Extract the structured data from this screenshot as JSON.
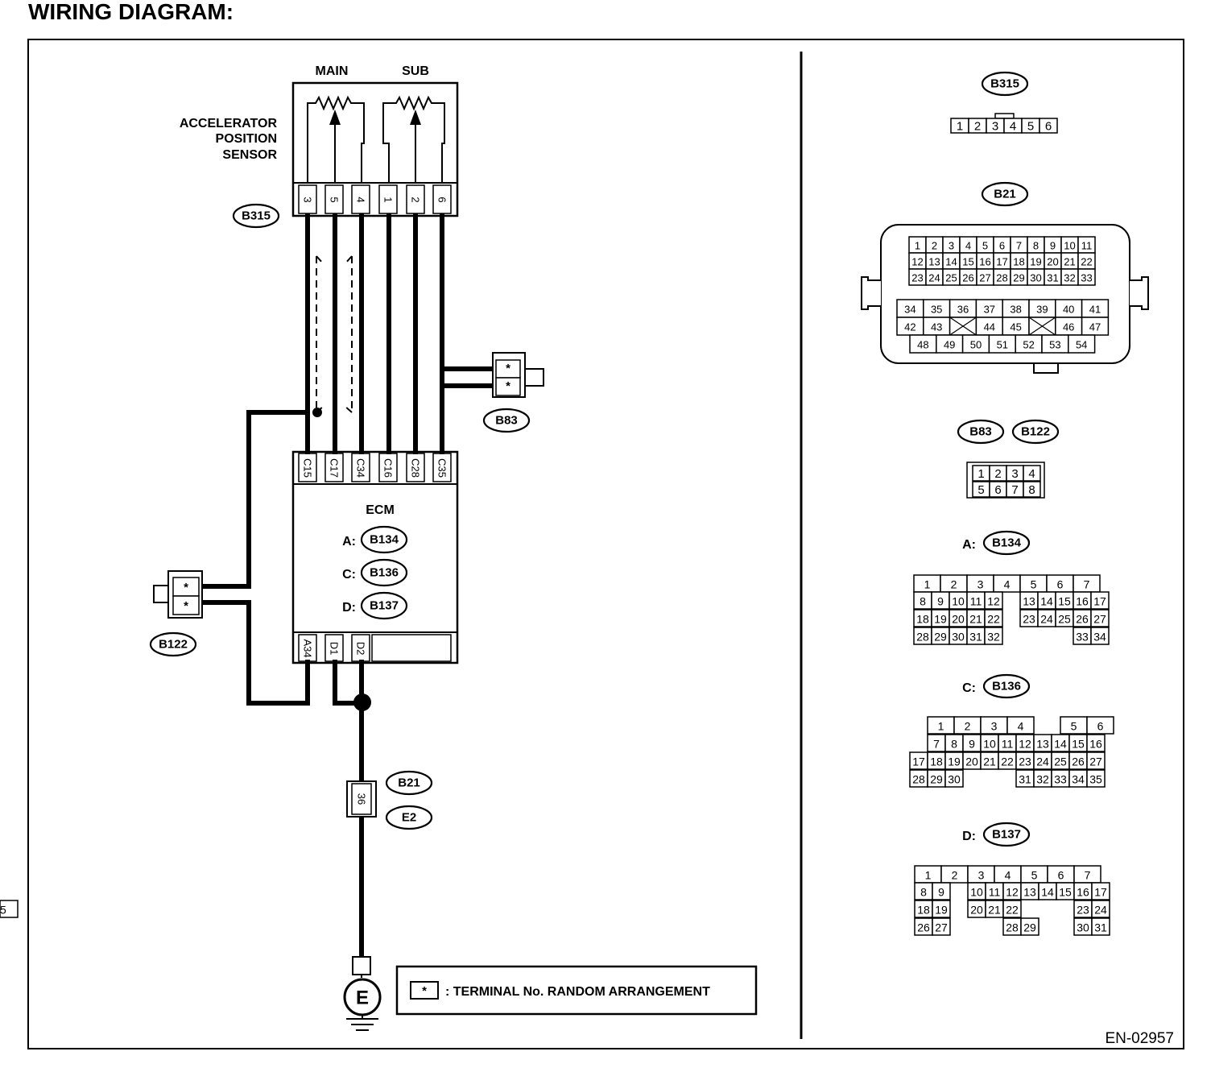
{
  "page": {
    "title": "WIRING DIAGRAM:",
    "figure_code": "EN-02957"
  },
  "sensor": {
    "label_lines": [
      "ACCELERATOR",
      "POSITION",
      "SENSOR"
    ],
    "main_label": "MAIN",
    "sub_label": "SUB",
    "connector": "B315",
    "pins": [
      "3",
      "5",
      "4",
      "1",
      "2",
      "6"
    ]
  },
  "ecm": {
    "title": "ECM",
    "connectors": [
      {
        "prefix": "A:",
        "code": "B134"
      },
      {
        "prefix": "C:",
        "code": "B136"
      },
      {
        "prefix": "D:",
        "code": "B137"
      }
    ],
    "top_pins": [
      "C15",
      "C17",
      "C34",
      "C16",
      "C28",
      "C35"
    ],
    "bottom_pins": [
      "A34",
      "D1",
      "D2"
    ]
  },
  "joint_connectors": {
    "right": {
      "code": "B83",
      "terminals": [
        "*",
        "*"
      ]
    },
    "left": {
      "code": "B122",
      "terminals": [
        "*",
        "*"
      ]
    }
  },
  "ground": {
    "connector_pin": "36",
    "codes": [
      "B21",
      "E2"
    ],
    "symbol": "E"
  },
  "legend": {
    "symbol": "*",
    "text": ": TERMINAL No. RANDOM ARRANGEMENT"
  },
  "connector_views": [
    {
      "code": "B315",
      "prefix": "",
      "rows": [
        [
          "1",
          "2",
          "3",
          "4",
          "5",
          "6"
        ]
      ]
    },
    {
      "code": "B21",
      "prefix": "",
      "rows": [
        [
          "1",
          "2",
          "3",
          "4",
          "5",
          "6",
          "7",
          "8",
          "9",
          "10",
          "11"
        ],
        [
          "12",
          "13",
          "14",
          "15",
          "16",
          "17",
          "18",
          "19",
          "20",
          "21",
          "22"
        ],
        [
          "23",
          "24",
          "25",
          "26",
          "27",
          "28",
          "29",
          "30",
          "31",
          "32",
          "33"
        ],
        [
          "34",
          "35",
          "36",
          "37",
          "38",
          "39",
          "40",
          "41"
        ],
        [
          "42",
          "43",
          "",
          "44",
          "45",
          "",
          "46",
          "47"
        ],
        [
          "48",
          "49",
          "50",
          "51",
          "52",
          "53",
          "54"
        ]
      ]
    },
    {
      "code": "B83",
      "code2": "B122",
      "prefix": "",
      "rows": [
        [
          "1",
          "2",
          "3",
          "4"
        ],
        [
          "5",
          "6",
          "7",
          "8"
        ]
      ]
    },
    {
      "code": "B134",
      "prefix": "A:",
      "rows": [
        [
          "1",
          "2",
          "3",
          "4",
          "5",
          "6",
          "7"
        ],
        [
          "8",
          "9",
          "10",
          "11",
          "12",
          "13",
          "14",
          "15",
          "16",
          "17"
        ],
        [
          "18",
          "19",
          "20",
          "21",
          "22",
          "23",
          "24",
          "25",
          "26",
          "27"
        ],
        [
          "28",
          "29",
          "30",
          "31",
          "32",
          "33",
          "34"
        ]
      ]
    },
    {
      "code": "B136",
      "prefix": "C:",
      "rows": [
        [
          "1",
          "2",
          "3",
          "4",
          "5",
          "6"
        ],
        [
          "7",
          "8",
          "9",
          "10",
          "11",
          "12",
          "13",
          "14",
          "15",
          "16"
        ],
        [
          "17",
          "18",
          "19",
          "20",
          "21",
          "22",
          "23",
          "24",
          "25",
          "26",
          "27"
        ],
        [
          "28",
          "29",
          "30",
          "31",
          "32",
          "33",
          "34",
          "35"
        ]
      ]
    },
    {
      "code": "B137",
      "prefix": "D:",
      "rows": [
        [
          "1",
          "2",
          "3",
          "4",
          "5",
          "6",
          "7"
        ],
        [
          "8",
          "9",
          "10",
          "11",
          "12",
          "13",
          "14",
          "15",
          "16",
          "17"
        ],
        [
          "18",
          "19",
          "20",
          "21",
          "22",
          "23",
          "24",
          "25"
        ],
        [
          "26",
          "27",
          "28",
          "29",
          "30",
          "31"
        ]
      ]
    }
  ]
}
